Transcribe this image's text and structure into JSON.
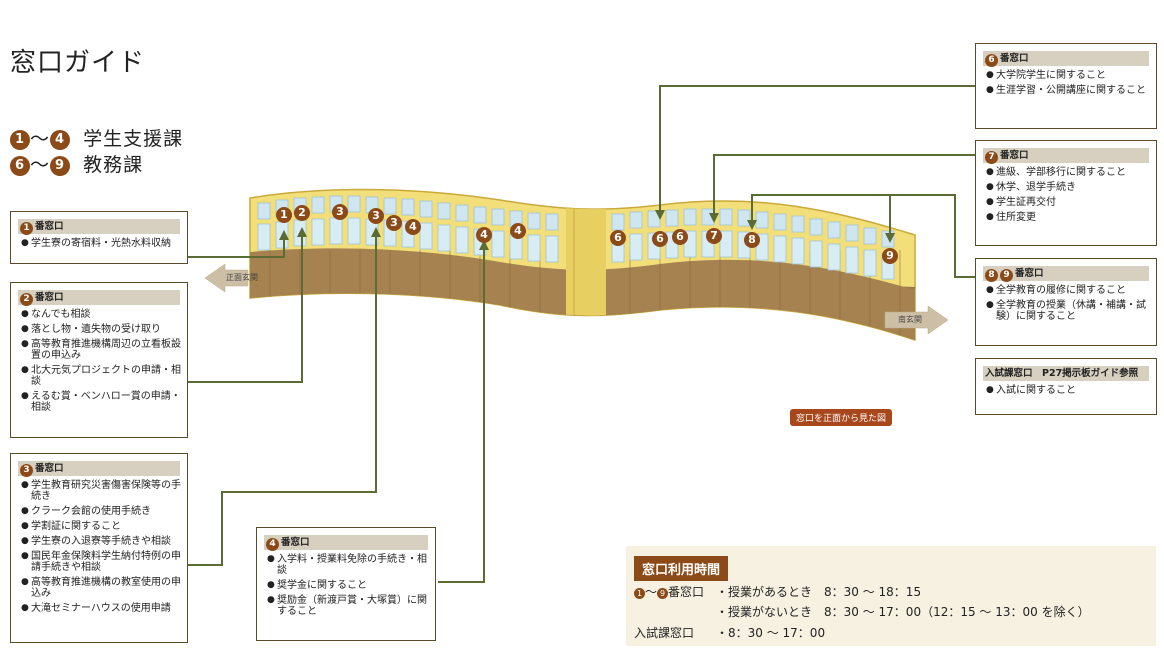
{
  "title": "窓口ガイド",
  "legend": [
    {
      "from": "1",
      "sep": "～",
      "to": "4",
      "label": "学生支援課"
    },
    {
      "from": "6",
      "sep": "～",
      "to": "9",
      "label": "教務課"
    }
  ],
  "building": {
    "window_numbers": [
      "1",
      "2",
      "3",
      "3",
      "3",
      "4",
      "4",
      "4",
      "6",
      "6",
      "6",
      "7",
      "8",
      "9"
    ],
    "entrance_main": "正面玄関",
    "entrance_south": "南玄関",
    "caption": "窓口を正面から見た図"
  },
  "windows": {
    "w1": {
      "num": "1",
      "suffix": "番窓口",
      "items": [
        "学生寮の寄宿料・光熱水料収納"
      ]
    },
    "w2": {
      "num": "2",
      "suffix": "番窓口",
      "items": [
        "なんでも相談",
        "落とし物・遺失物の受け取り",
        "高等教育推進機構周辺の立看板設置の申込み",
        "北大元気プロジェクトの申請・相談",
        "えるむ賞・ベンハロー賞の申請・相談"
      ]
    },
    "w3": {
      "num": "3",
      "suffix": "番窓口",
      "items": [
        "学生教育研究災害傷害保険等の手続き",
        "クラーク会館の使用手続き",
        "学割証に関すること",
        "学生寮の入退寮等手続きや相談",
        "国民年金保険料学生納付特例の申請手続きや相談",
        "高等教育推進機構の教室使用の申込み",
        "大滝セミナーハウスの使用申請"
      ]
    },
    "w4": {
      "num": "4",
      "suffix": "番窓口",
      "items": [
        "入学料・授業料免除の手続き・相談",
        "奨学金に関すること",
        "奨励金（新渡戸賞・大塚賞）に関すること"
      ]
    },
    "w6": {
      "num": "6",
      "suffix": "番窓口",
      "items": [
        "大学院学生に関すること",
        "生涯学習・公開講座に関すること"
      ]
    },
    "w7": {
      "num": "7",
      "suffix": "番窓口",
      "items": [
        "進級、学部移行に関すること",
        "休学、退学手続き",
        "学生証再交付",
        "住所変更"
      ]
    },
    "w89": {
      "num_a": "8",
      "num_b": "9",
      "suffix": "番窓口",
      "items": [
        "全学教育の履修に関すること",
        "全学教育の授業（休講・補講・試験）に関すること"
      ]
    },
    "admission": {
      "header": "入試課窓口　P27掲示板ガイド参照",
      "items": [
        "入試に関すること"
      ]
    }
  },
  "hours": {
    "title": "窓口利用時間",
    "row1_from": "1",
    "row1_sep": "～",
    "row1_to": "9",
    "row1_label": "番窓口",
    "row1_value": "・授業があるとき　8：30 ～ 18：15",
    "row2_value": "・授業がないとき　8：30 ～ 17：00（12：15 ～ 13：00 を除く）",
    "row3_label": "入試課窓口",
    "row3_value": "・8：30 ～ 17：00"
  }
}
